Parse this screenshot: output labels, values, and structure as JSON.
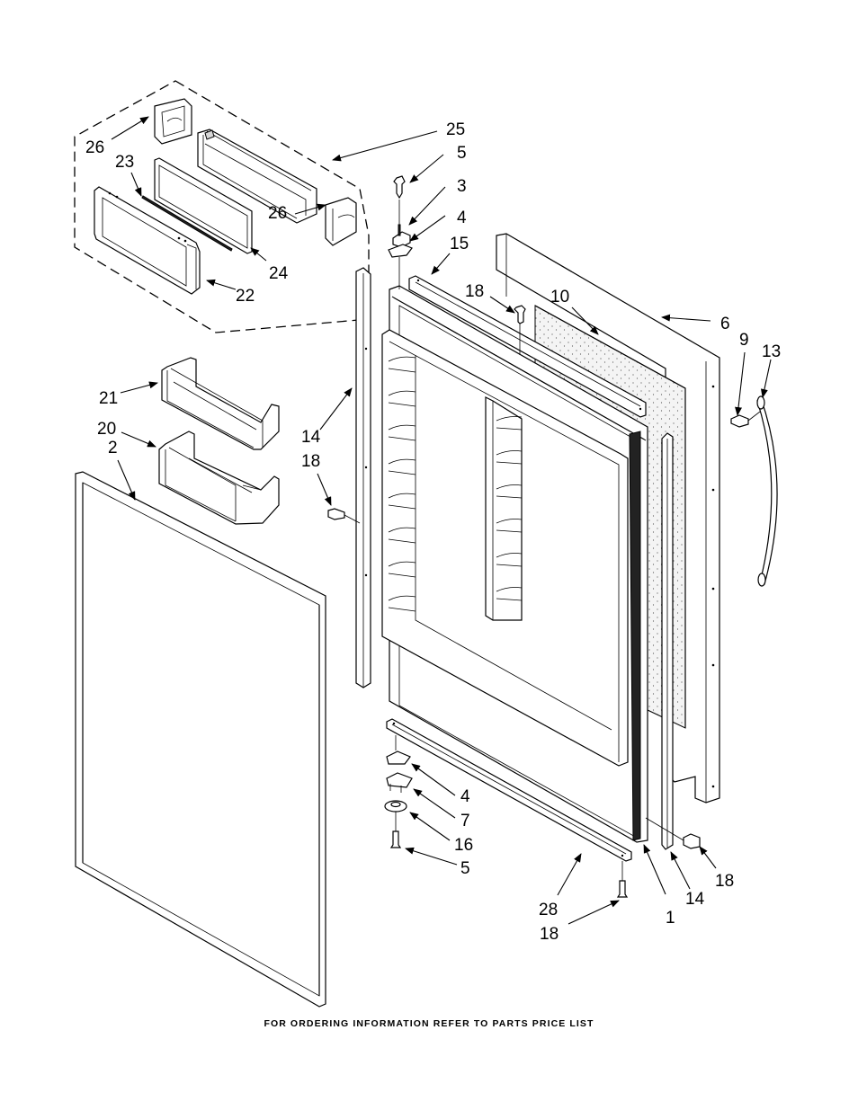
{
  "diagram": {
    "title": "Refrigerator door parts exploded view",
    "footer_note": "FOR ORDERING INFORMATION REFER TO PARTS PRICE LIST",
    "callouts": [
      {
        "id": "c-26a",
        "label": "26",
        "part": "bin end cap (left)"
      },
      {
        "id": "c-23",
        "label": "23",
        "part": "trim strip"
      },
      {
        "id": "c-25",
        "label": "25",
        "part": "deli drawer assembly"
      },
      {
        "id": "c-5a",
        "label": "5",
        "part": "hinge screw (top)"
      },
      {
        "id": "c-3",
        "label": "3",
        "part": "top hinge"
      },
      {
        "id": "c-4a",
        "label": "4",
        "part": "hinge shim (top)"
      },
      {
        "id": "c-26b",
        "label": "26",
        "part": "bin end cap (right)"
      },
      {
        "id": "c-24",
        "label": "24",
        "part": "drawer frame"
      },
      {
        "id": "c-22",
        "label": "22",
        "part": "drawer front"
      },
      {
        "id": "c-15",
        "label": "15",
        "part": "top door channel"
      },
      {
        "id": "c-18a",
        "label": "18",
        "part": "screw (top channel)"
      },
      {
        "id": "c-10",
        "label": "10",
        "part": "foam insulation"
      },
      {
        "id": "c-6",
        "label": "6",
        "part": "outer door panel"
      },
      {
        "id": "c-9",
        "label": "9",
        "part": "handle screw"
      },
      {
        "id": "c-13",
        "label": "13",
        "part": "door handle"
      },
      {
        "id": "c-21",
        "label": "21",
        "part": "door shelf bin (upper)"
      },
      {
        "id": "c-20",
        "label": "20",
        "part": "door shelf bin (lower)"
      },
      {
        "id": "c-2",
        "label": "2",
        "part": "door gasket"
      },
      {
        "id": "c-14a",
        "label": "14",
        "part": "side trim (left)"
      },
      {
        "id": "c-18b",
        "label": "18",
        "part": "screw (left trim)"
      },
      {
        "id": "c-4b",
        "label": "4",
        "part": "hinge shim (bottom)"
      },
      {
        "id": "c-7",
        "label": "7",
        "part": "bottom hinge"
      },
      {
        "id": "c-16",
        "label": "16",
        "part": "washer"
      },
      {
        "id": "c-5b",
        "label": "5",
        "part": "hinge screw (bottom)"
      },
      {
        "id": "c-28",
        "label": "28",
        "part": "bottom door channel"
      },
      {
        "id": "c-18c",
        "label": "18",
        "part": "screw (bottom channel)"
      },
      {
        "id": "c-1",
        "label": "1",
        "part": "door liner"
      },
      {
        "id": "c-14b",
        "label": "14",
        "part": "side trim (right)"
      },
      {
        "id": "c-18d",
        "label": "18",
        "part": "screw (right trim)"
      }
    ]
  }
}
